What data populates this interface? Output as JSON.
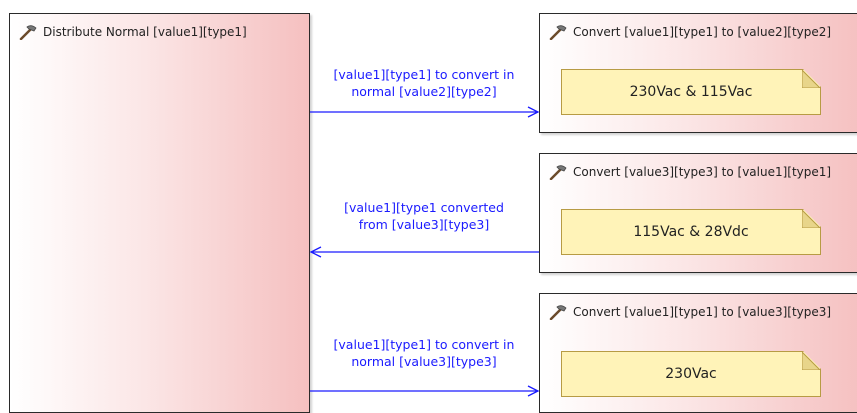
{
  "blocks": {
    "distribute": {
      "title": "Distribute Normal [value1][type1]"
    },
    "convert_top": {
      "title": "Convert [value1][type1] to [value2][type2]",
      "note": "230Vac & 115Vac"
    },
    "convert_middle": {
      "title": "Convert [value3][type3] to [value1][type1]",
      "note": "115Vac & 28Vdc"
    },
    "convert_bottom": {
      "title": "Convert [value1][type1] to [value3][type3]",
      "note": "230Vac"
    }
  },
  "flows": [
    {
      "line1": "[value1][type1] to convert in",
      "line2": "normal [value2][type2]",
      "direction": "right"
    },
    {
      "line1": "[value1][type1 converted",
      "line2": "from [value3][type3]",
      "direction": "left"
    },
    {
      "line1": "[value1][type1] to convert in",
      "line2": "normal [value3][type3]",
      "direction": "right"
    }
  ],
  "colors": {
    "flow": "#1a1aff",
    "block_gradient_end": "#f5c0c0",
    "note_fill": "#fff3b8"
  },
  "icons": [
    "hammer-icon"
  ]
}
